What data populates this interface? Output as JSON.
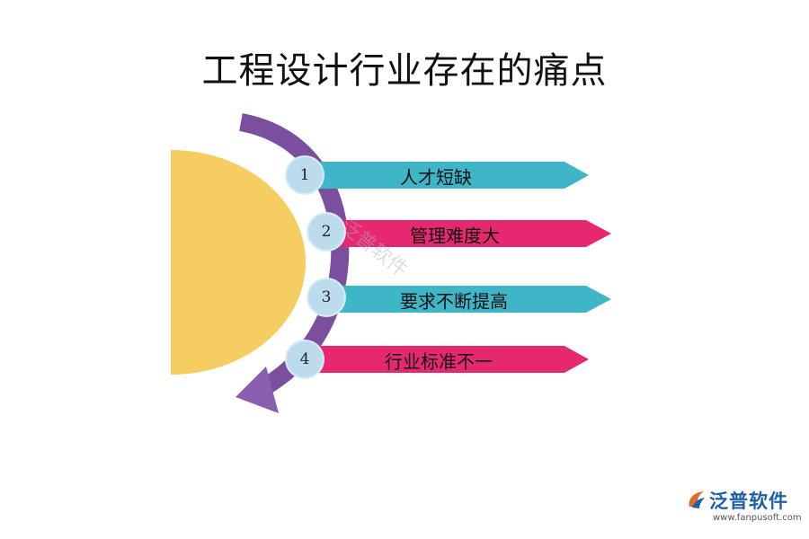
{
  "title": "工程设计行业存在的痛点",
  "colors": {
    "circle": "#f5cd60",
    "arc": "#7b4f9e",
    "teal": "#3fb6c8",
    "pink": "#e5286f",
    "num_bg": "#bcdcee"
  },
  "items": [
    {
      "num": "1",
      "label": "人才短缺",
      "color": "teal"
    },
    {
      "num": "2",
      "label": "管理难度大",
      "color": "pink"
    },
    {
      "num": "3",
      "label": "要求不断提高",
      "color": "teal"
    },
    {
      "num": "4",
      "label": "行业标准不一",
      "color": "pink"
    }
  ],
  "watermark": "泛普软件",
  "logo": {
    "name": "泛普软件",
    "url": "www.fanpusoft.com"
  }
}
